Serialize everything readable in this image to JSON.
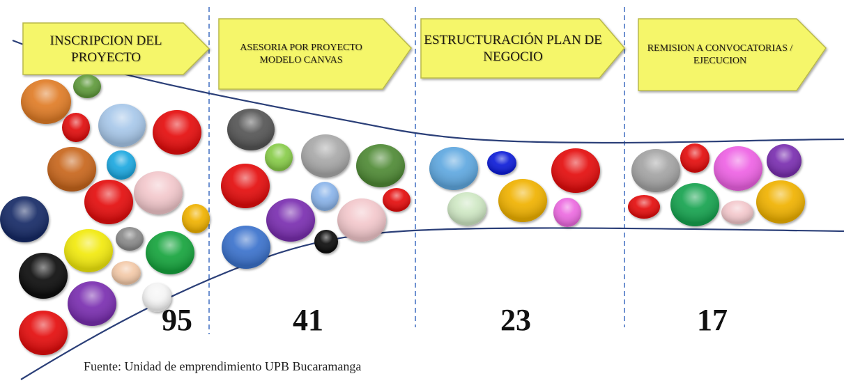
{
  "stages": [
    {
      "label": "INSCRIPCION DEL PROYECTO",
      "count": "95"
    },
    {
      "label": "ASESORIA POR PROYECTO MODELO CANVAS",
      "count": "41"
    },
    {
      "label": "ESTRUCTURACIÓN PLAN DE NEGOCIO",
      "count": "23"
    },
    {
      "label": "REMISION A CONVOCATORIAS / EJECUCION",
      "count": "17"
    }
  ],
  "source": "Fuente: Unidad de emprendimiento UPB Bucaramanga",
  "colors": {
    "arrow_fill": "#f5f66a",
    "arrow_stroke": "#b9b94a",
    "funnel_line": "#2b3f78",
    "divider": "#4a76c4"
  },
  "bubble_colors": {
    "stage1": [
      "orange",
      "green",
      "red",
      "light-blue",
      "red",
      "dark-orange",
      "cyan",
      "red",
      "pink",
      "navy",
      "gold",
      "yellow",
      "gray",
      "green",
      "black",
      "peach",
      "purple",
      "white",
      "red"
    ],
    "stage2": [
      "dark-gray",
      "light-green",
      "silver",
      "dark-green",
      "red",
      "light-blue",
      "red",
      "purple",
      "pink",
      "blue",
      "black"
    ],
    "stage3": [
      "light-blue",
      "blue",
      "red",
      "pale-green",
      "gold",
      "magenta"
    ],
    "stage4": [
      "silver",
      "red",
      "magenta",
      "purple",
      "red",
      "green",
      "pink",
      "gold"
    ]
  }
}
